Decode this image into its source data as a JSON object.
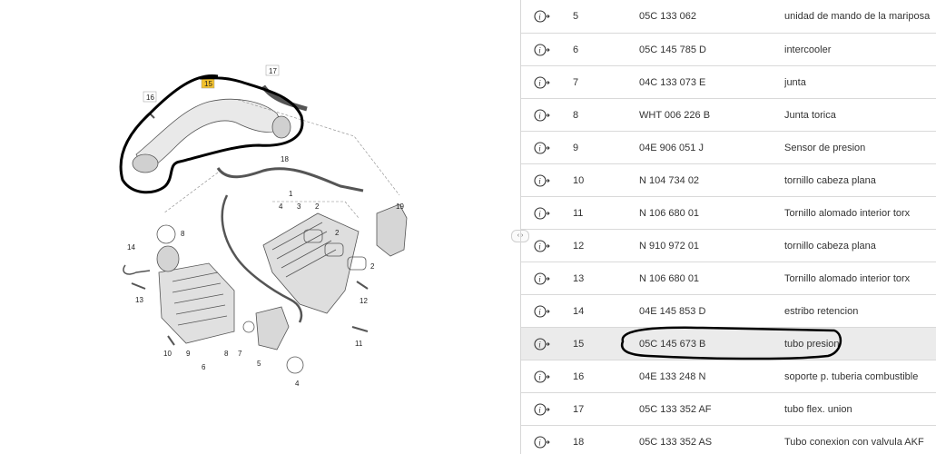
{
  "diagram": {
    "highlighted_callout": "15",
    "callouts": [
      "17",
      "15",
      "16",
      "18",
      "1",
      "19",
      "4",
      "3",
      "2",
      "2",
      "8",
      "14",
      "13",
      "12",
      "2",
      "10",
      "9",
      "8",
      "7",
      "6",
      "5",
      "4",
      "11"
    ]
  },
  "collapse_handle": "‹ ›",
  "parts_table": {
    "selected_row_position": "15",
    "rows": [
      {
        "pos": "5",
        "part": "05C 133 062",
        "desc": "unidad de mando de la mariposa"
      },
      {
        "pos": "6",
        "part": "05C 145 785 D",
        "desc": "intercooler"
      },
      {
        "pos": "7",
        "part": "04C 133 073 E",
        "desc": "junta"
      },
      {
        "pos": "8",
        "part": "WHT 006 226 B",
        "desc": "Junta torica"
      },
      {
        "pos": "9",
        "part": "04E 906 051 J",
        "desc": "Sensor de presion"
      },
      {
        "pos": "10",
        "part": "N  104 734 02",
        "desc": "tornillo cabeza plana"
      },
      {
        "pos": "11",
        "part": "N  106 680 01",
        "desc": "Tornillo alomado interior torx"
      },
      {
        "pos": "12",
        "part": "N  910 972 01",
        "desc": "tornillo cabeza plana"
      },
      {
        "pos": "13",
        "part": "N  106 680 01",
        "desc": "Tornillo alomado interior torx"
      },
      {
        "pos": "14",
        "part": "04E 145 853 D",
        "desc": "estribo retencion"
      },
      {
        "pos": "15",
        "part": "05C 145 673 B",
        "desc": "tubo presion"
      },
      {
        "pos": "16",
        "part": "04E 133 248 N",
        "desc": "soporte p. tuberia combustible"
      },
      {
        "pos": "17",
        "part": "05C 133 352 AF",
        "desc": "tubo flex. union"
      },
      {
        "pos": "18",
        "part": "05C 133 352 AS",
        "desc": "Tubo conexion con valvula AKF"
      }
    ]
  },
  "colors": {
    "highlight_callout": "#f2c12e",
    "selected_row": "#ebebeb",
    "annotation_ink": "#000000"
  }
}
